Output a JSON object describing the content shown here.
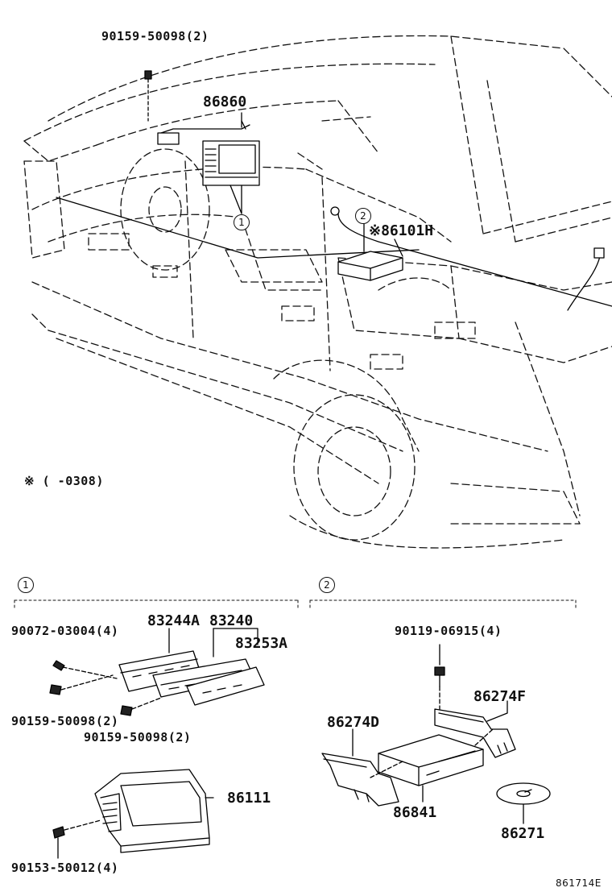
{
  "diagram": {
    "part_labels": {
      "p90159_top": "90159-50098(2)",
      "p86860": "86860",
      "p86101h": "※86101H",
      "note": "※ (      -0308)",
      "p90072": "90072-03004(4)",
      "p83244a": "83244A",
      "p83240": "83240",
      "p83253a": "83253A",
      "p90159_left": "90159-50098(2)",
      "p90159_mid": "90159-50098(2)",
      "p86111": "86111",
      "p90153": "90153-50012(4)",
      "p90119": "90119-06915(4)",
      "p86274f": "86274F",
      "p86274d": "86274D",
      "p86841": "86841",
      "p86271": "86271",
      "figure_code": "861714E"
    },
    "callouts": {
      "one": "1",
      "two": "2"
    },
    "sections": {
      "section1_marker": "1",
      "section2_marker": "2"
    }
  }
}
